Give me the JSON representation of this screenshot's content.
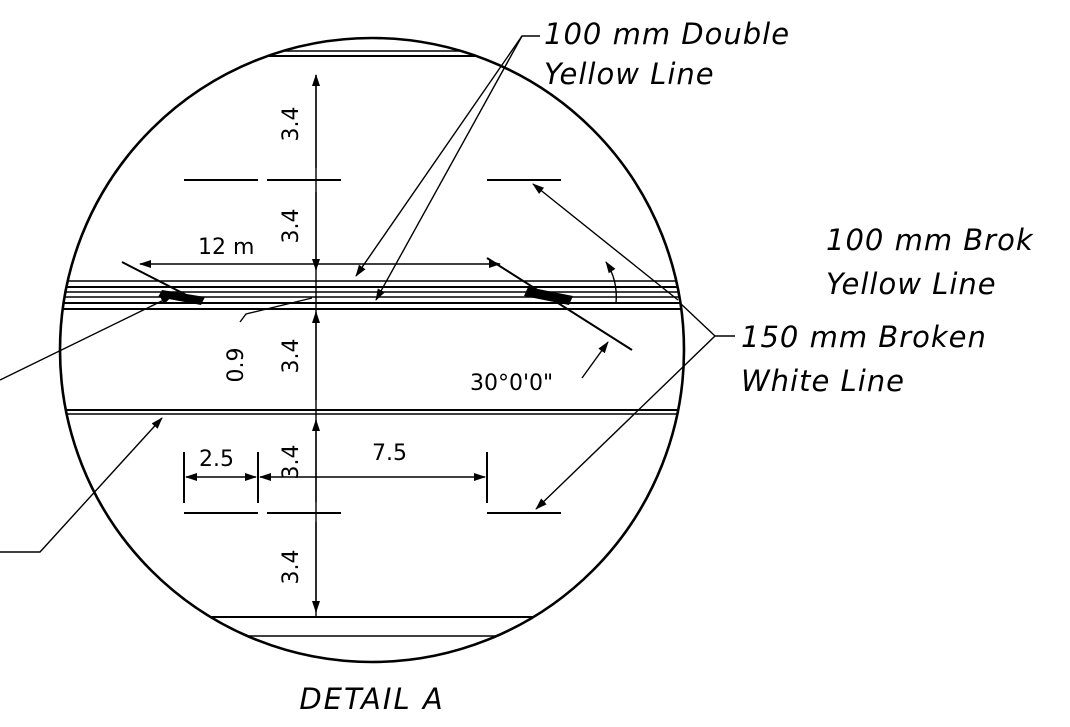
{
  "title": "DETAIL A",
  "callouts": {
    "double_yellow_line1": "100 mm Double",
    "double_yellow_line2": "Yellow Line",
    "broken_yellow_line1": "100 mm Brok",
    "broken_yellow_line2": "Yellow Line",
    "broken_white_line1": "150 mm Broken",
    "broken_white_line2": "White Line"
  },
  "dimensions": {
    "lane_width_top": "3.4",
    "lane_width_upper": "3.4",
    "median_width": "0.9",
    "lane_width_middle": "3.4",
    "lane_width_lower": "3.4",
    "lane_width_bottom": "3.4",
    "taper_length": "12 m",
    "dash_length": "2.5",
    "gap_length": "7.5",
    "taper_angle": "30°0'0\""
  }
}
